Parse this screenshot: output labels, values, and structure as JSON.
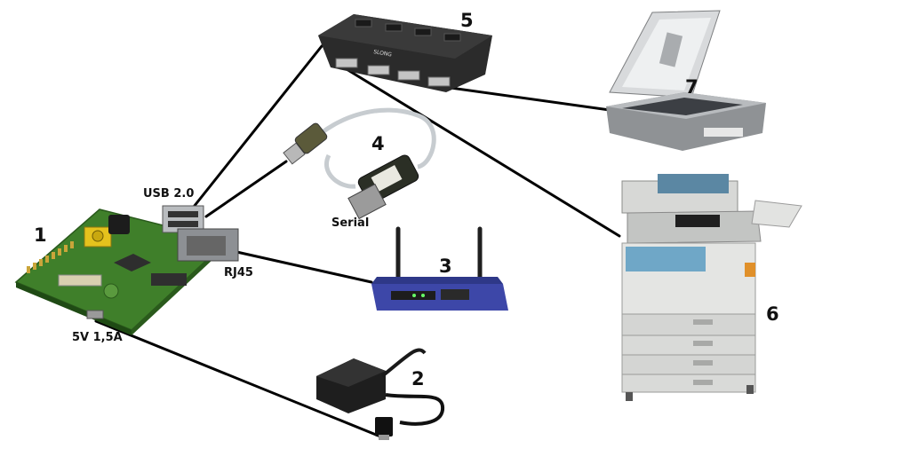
{
  "numbers": {
    "pi": "1",
    "charger": "2",
    "router": "3",
    "serial_adapter": "4",
    "usb_hub": "5",
    "printer": "6",
    "scanner": "7"
  },
  "port_labels": {
    "usb": "USB 2.0",
    "serial": "Serial",
    "rj45": "RJ45",
    "power": "5V 1,5A"
  },
  "colors": {
    "cable": "#000000",
    "pcb": "#3f7f2a",
    "router": "#3d47a8",
    "hub": "#2b2b2b",
    "printer_accent": "#6fa7c7"
  },
  "icons": {
    "pi": "raspberry-pi-board-icon",
    "charger": "power-adapter-icon",
    "router": "wifi-router-icon",
    "serial_adapter": "usb-serial-adapter-icon",
    "usb_hub": "usb-hub-icon",
    "printer": "multifunction-printer-icon",
    "scanner": "flatbed-scanner-icon"
  }
}
